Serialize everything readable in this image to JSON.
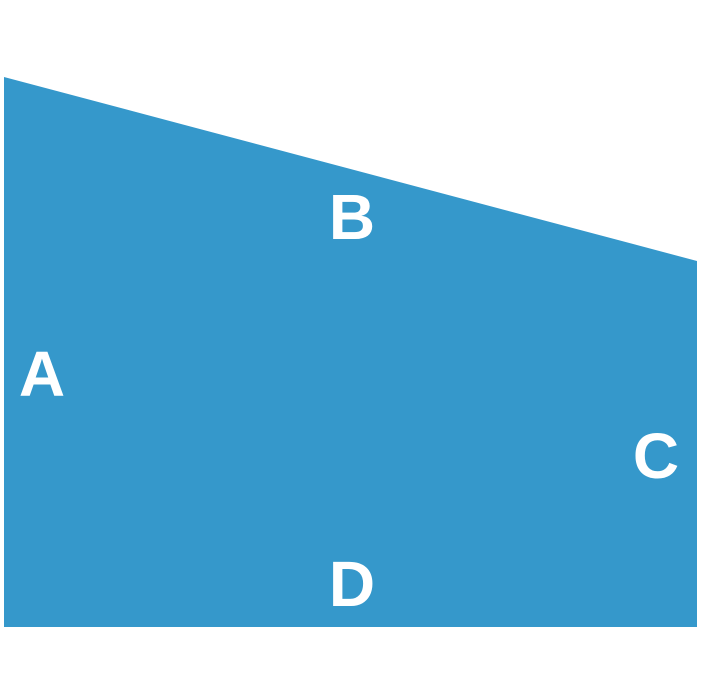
{
  "shape": {
    "fill_color": "#3598CB",
    "label_color": "#FFFFFF"
  },
  "labels": {
    "a": "A",
    "b": "B",
    "c": "C",
    "d": "D"
  }
}
